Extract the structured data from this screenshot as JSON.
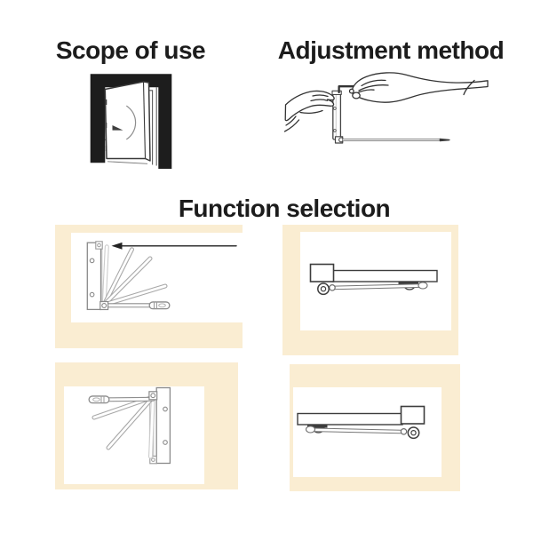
{
  "headings": {
    "scope": "Scope of use",
    "adjustment": "Adjustment method",
    "function": "Function selection"
  },
  "colors": {
    "background": "#ffffff",
    "panel_background": "#faedd2",
    "heading_text": "#1c1c1c",
    "line_art_dark": "#3d3d3d",
    "line_art_light": "#999999"
  },
  "illustrations": {
    "scope_icon": "open-door-with-swing-circle",
    "adjustment_icon": "two-hands-turning-hex-key-on-door-closer",
    "panels": [
      {
        "name": "arm-sweep-plate-left-arrow",
        "position": "top-left"
      },
      {
        "name": "closer-side-view-block-left",
        "position": "top-right"
      },
      {
        "name": "arm-sweep-plate-right",
        "position": "bottom-left"
      },
      {
        "name": "closer-side-view-block-right",
        "position": "bottom-right"
      }
    ]
  }
}
